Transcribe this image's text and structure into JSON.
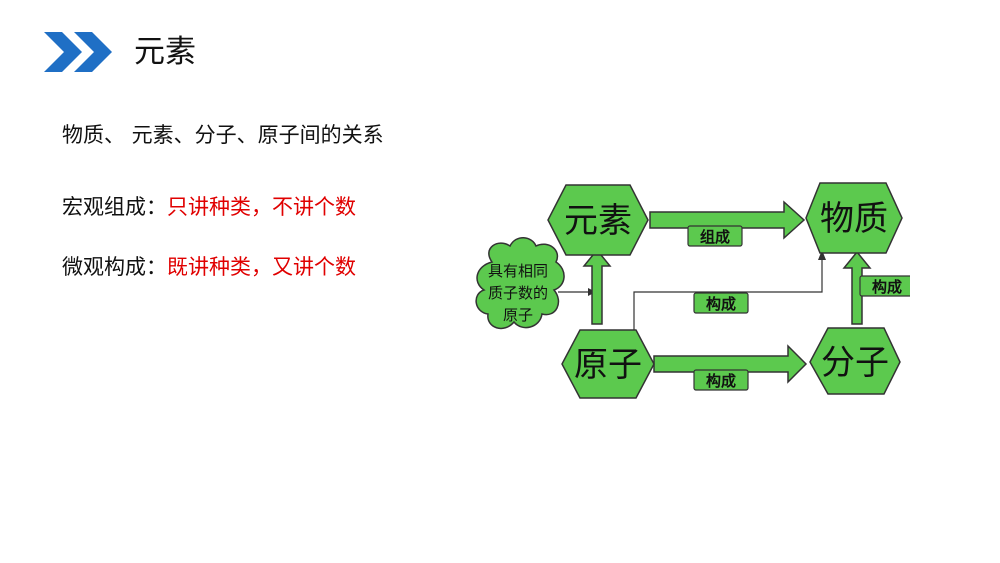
{
  "header": {
    "title": "元素"
  },
  "content": {
    "heading": "物质、 元素、分子、原子间的关系",
    "macro_prefix": "宏观组成：",
    "macro_value": "只讲种类，不讲个数",
    "micro_prefix": "微观构成：",
    "micro_value": "既讲种类，又讲个数"
  },
  "diagram": {
    "nodes": {
      "element": "元素",
      "substance": "物质",
      "atom": "原子",
      "molecule": "分子"
    },
    "cloud": [
      "具有相同",
      "质子数的",
      "原子"
    ],
    "edges": {
      "element_to_substance": "组成",
      "atom_to_substance": "构成",
      "atom_to_molecule": "构成",
      "molecule_to_substance": "构成"
    }
  },
  "colors": {
    "accent_blue": "#1f6fc5",
    "node_green": "#5cc94e",
    "highlight_red": "#e00000"
  }
}
